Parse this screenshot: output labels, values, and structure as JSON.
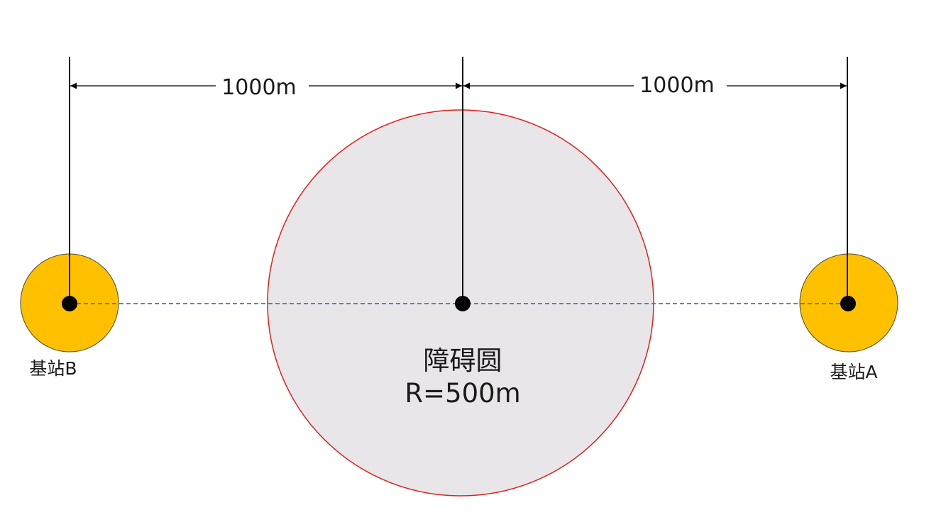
{
  "dimensions": {
    "left_distance": "1000m",
    "right_distance": "1000m"
  },
  "obstacle": {
    "title": "障碍圆",
    "radius_label": "R=500m"
  },
  "stations": {
    "left_label": "基站B",
    "right_label": "基站A"
  },
  "colors": {
    "station_fill": "#FFC000",
    "station_stroke": "#4a4a2a",
    "obstacle_fill": "#E8E6E8",
    "obstacle_stroke": "#E0201C",
    "baseline": "#4472C4",
    "line": "#000000"
  }
}
